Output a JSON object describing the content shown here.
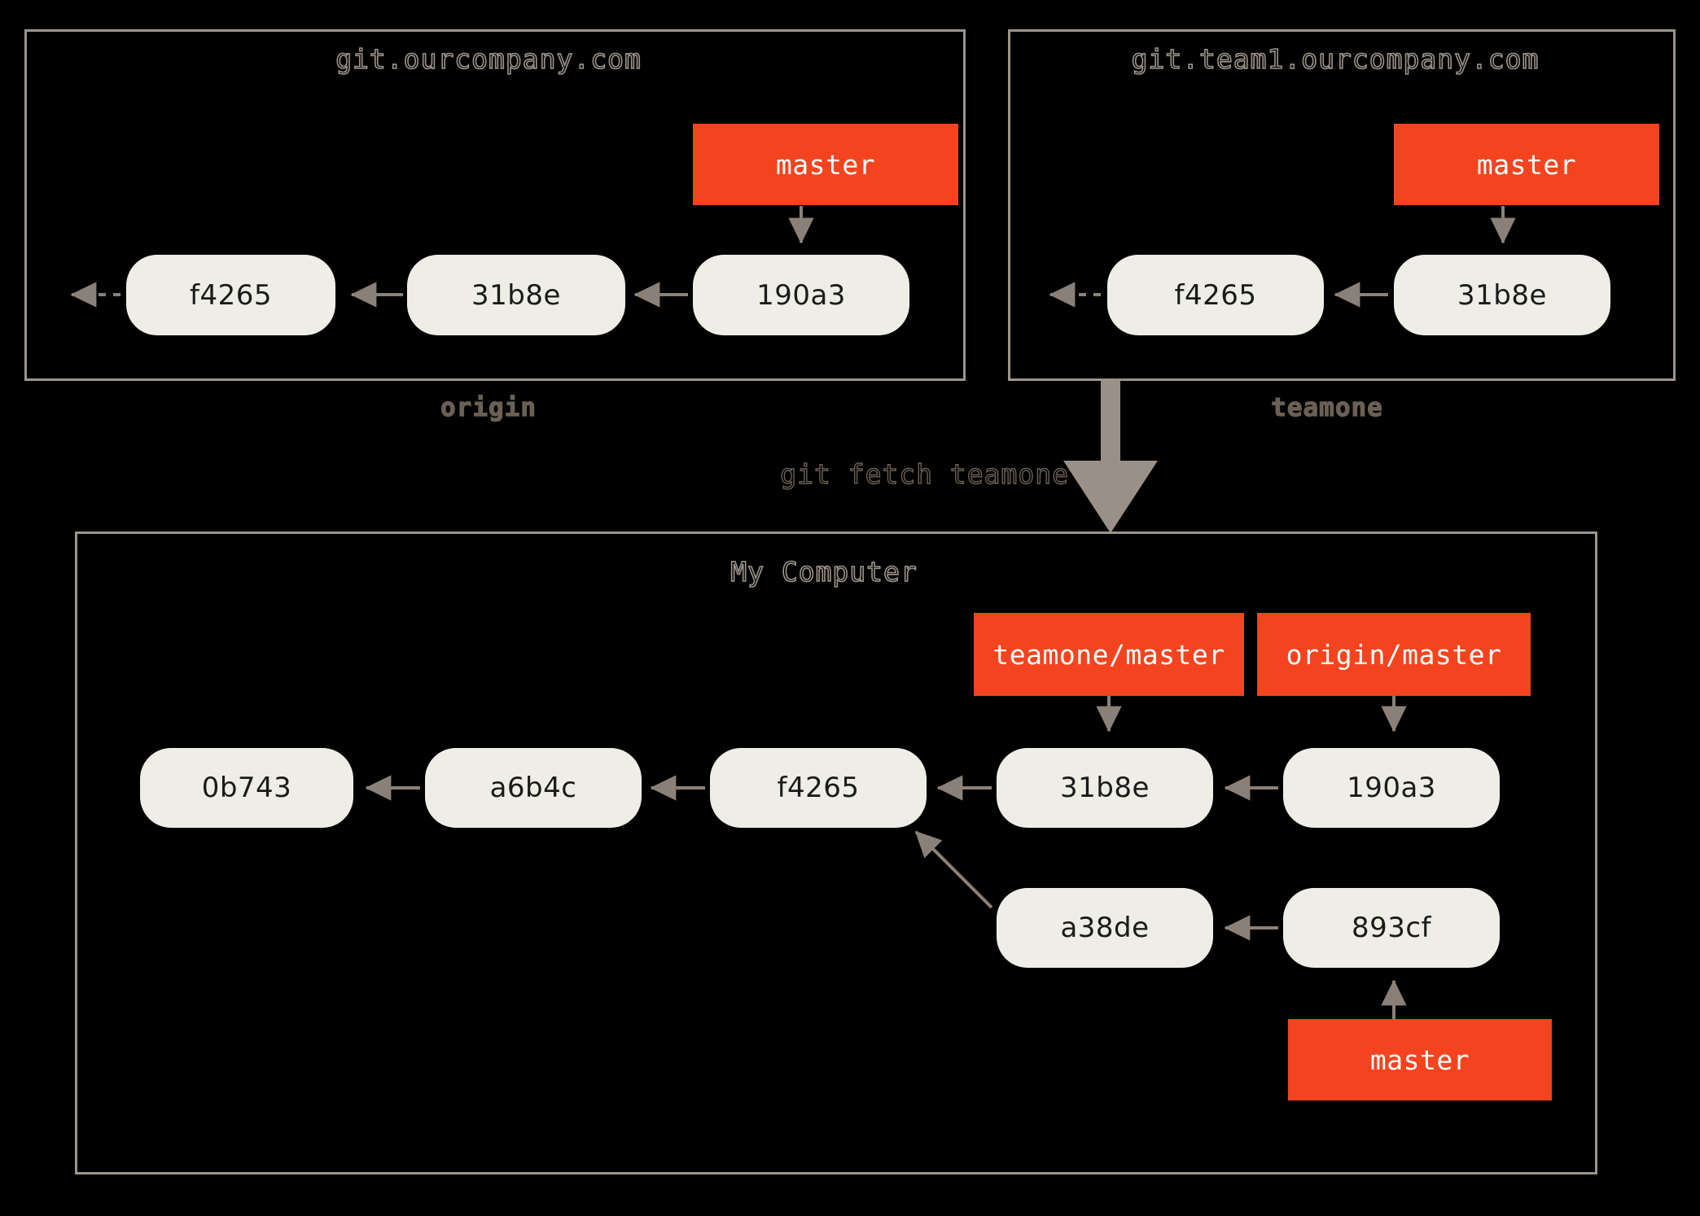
{
  "theme": {
    "background": "#000000",
    "panel_border": "#9d948a",
    "commit_fill": "#efeee6",
    "commit_text": "#1b1b1b",
    "branch_fill": "#f4441f",
    "branch_text": "#ffffff",
    "arrow": "#8e8madeup",
    "arrow_color": "#8b8077",
    "title_text": "#9d948a",
    "caption_text": "#6b6054"
  },
  "panels": {
    "origin": {
      "title": "git.ourcompany.com",
      "caption": "origin",
      "commits": [
        "f4265",
        "31b8e",
        "190a3"
      ],
      "branch": "master"
    },
    "teamone": {
      "title": "git.team1.ourcompany.com",
      "caption": "teamone",
      "commits": [
        "f4265",
        "31b8e"
      ],
      "branch": "master"
    },
    "local": {
      "title": "My Computer",
      "caption": "",
      "main_commits": [
        "0b743",
        "a6b4c",
        "f4265",
        "31b8e",
        "190a3"
      ],
      "side_commits": [
        "a38de",
        "893cf"
      ],
      "branches": [
        "teamone/master",
        "origin/master",
        "master"
      ]
    }
  },
  "operation": {
    "command": "git fetch teamone"
  },
  "graph": {
    "origin_chain": "190a3 -> 31b8e -> f4265 -> ...",
    "teamone_chain": "31b8e -> f4265 -> ...",
    "local_main_chain": "190a3 -> 31b8e -> f4265 -> a6b4c -> 0b743",
    "local_side_chain": "893cf -> a38de -> f4265",
    "branch_points": {
      "teamone/master": "31b8e",
      "origin/master": "190a3",
      "master": "893cf"
    }
  }
}
